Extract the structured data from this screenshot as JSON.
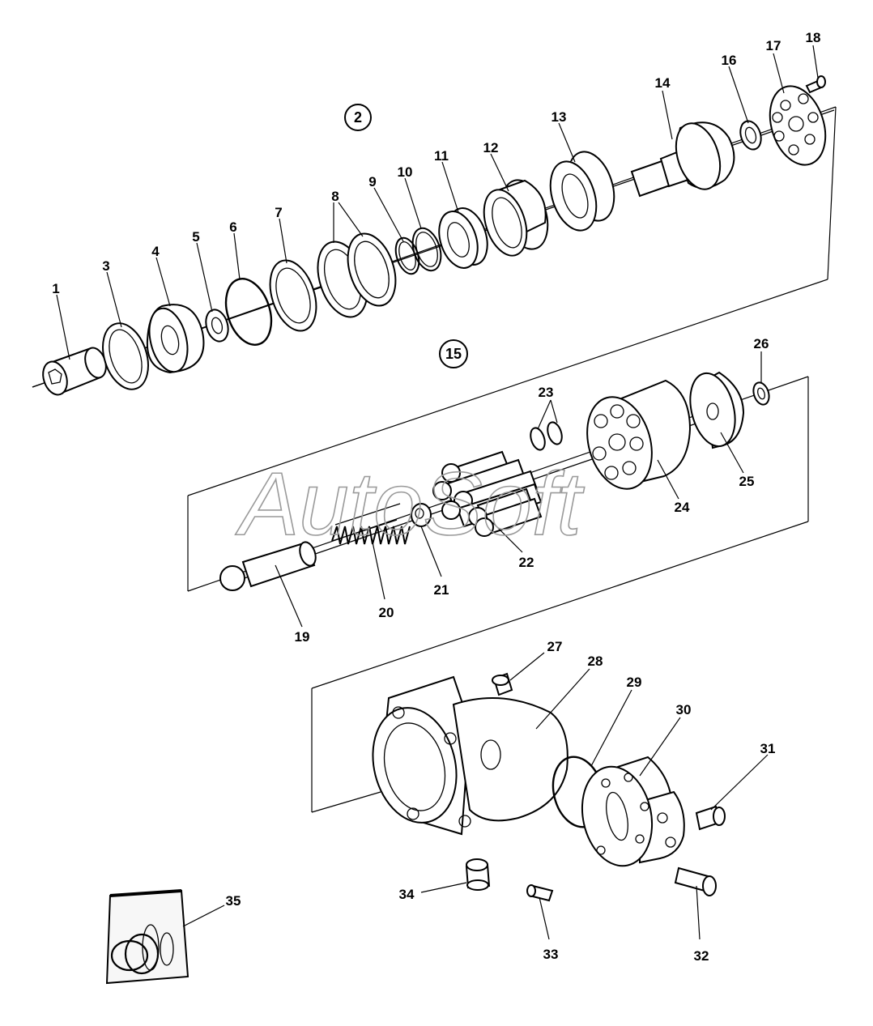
{
  "watermark": "AutoSoft",
  "assembly_callouts": [
    "2",
    "15"
  ],
  "labels": {
    "p1": "1",
    "p3": "3",
    "p4": "4",
    "p5": "5",
    "p6": "6",
    "p7": "7",
    "p8": "8",
    "p9": "9",
    "p10": "10",
    "p11": "11",
    "p12": "12",
    "p13": "13",
    "p14": "14",
    "p16": "16",
    "p17": "17",
    "p18": "18",
    "p19": "19",
    "p20": "20",
    "p21": "21",
    "p22": "22",
    "p23": "23",
    "p24": "24",
    "p25": "25",
    "p26": "26",
    "p27": "27",
    "p28": "28",
    "p29": "29",
    "p30": "30",
    "p31": "31",
    "p32": "32",
    "p33": "33",
    "p34": "34",
    "p35": "35"
  }
}
